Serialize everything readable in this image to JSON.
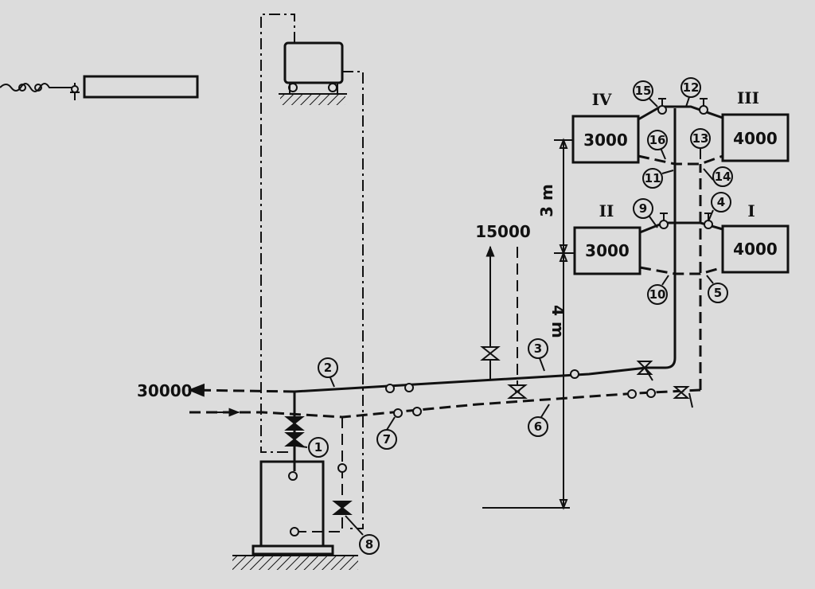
{
  "flows": {
    "supply": "30000",
    "riser": "15000"
  },
  "dimensions": {
    "upper": "3 m",
    "lower": "4 m"
  },
  "floors": [
    {
      "roman": "IV",
      "load": "3000"
    },
    {
      "roman": "III",
      "load": "4000"
    },
    {
      "roman": "II",
      "load": "3000"
    },
    {
      "roman": "I",
      "load": "4000"
    }
  ],
  "sections": [
    "1",
    "2",
    "3",
    "4",
    "5",
    "6",
    "7",
    "8",
    "9",
    "10",
    "11",
    "12",
    "13",
    "14",
    "15",
    "16"
  ]
}
